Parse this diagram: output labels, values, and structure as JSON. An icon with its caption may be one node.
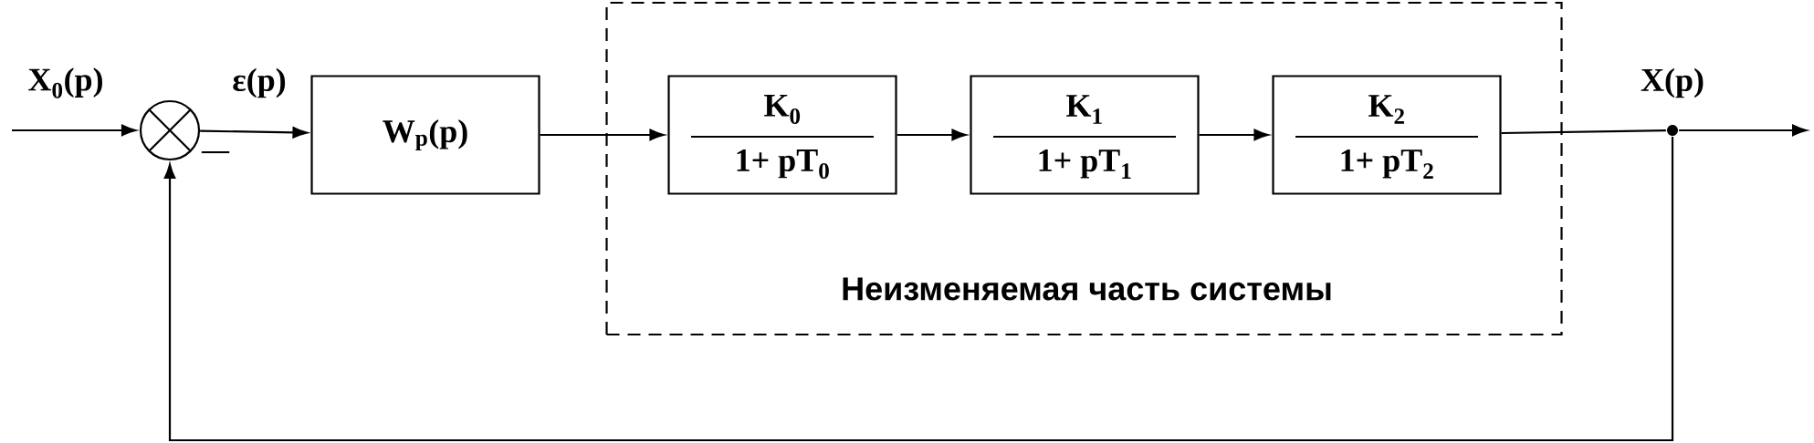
{
  "diagram": {
    "nodes": [
      {
        "text": [],
        "shape": "circle"
      },
      {
        "text": [
          "W$_{p}$(p)"
        ]
      },
      {
        "text": [
          "Неизменяемая часть системы"
        ]
      },
      {
        "text": [
          "K$_{0}$",
          "1+ pT$_{0}$"
        ],
        "in": 2
      },
      {
        "text": [
          "K$_{1}$",
          "1+ pT$_{1}$"
        ],
        "in": 2
      },
      {
        "text": [
          "K$_{2}$",
          "1+ pT$_{2}$"
        ],
        "in": 2
      },
      {
        "text": [],
        "shape": "circle"
      }
    ],
    "edges": [
      {
        "from": null,
        "to": 0,
        "arrow": "to",
        "label": "X$_{0}$(p)"
      },
      {
        "from": 0,
        "to": 1,
        "arrow": "to",
        "label": "ε(p)"
      },
      {
        "from": 1,
        "to": 3,
        "arrow": "to"
      },
      {
        "from": 3,
        "to": 4,
        "arrow": "to"
      },
      {
        "from": 4,
        "to": 5,
        "arrow": "to"
      },
      {
        "from": 5,
        "to": 6,
        "arrow": "none"
      },
      {
        "from": 6,
        "to": null,
        "arrow": "to",
        "label": "X(p)"
      },
      {
        "from": 6,
        "to": 0,
        "arrow": "to"
      }
    ],
    "labels": [
      "—"
    ]
  }
}
